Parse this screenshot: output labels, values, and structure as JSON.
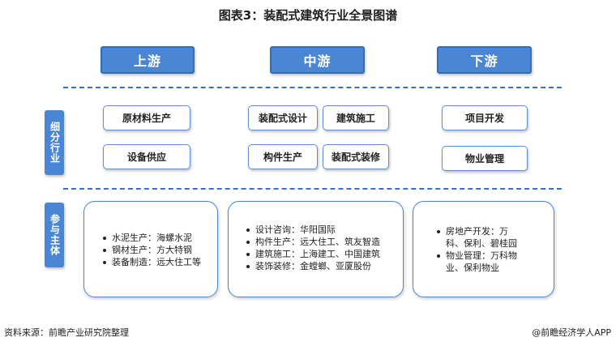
{
  "title": "图表3：装配式建筑行业全景图谱",
  "stages": {
    "upstream": "上游",
    "midstream": "中游",
    "downstream": "下游"
  },
  "side_labels": {
    "segments": "细分行业",
    "participants": "参与主体"
  },
  "segments": {
    "upstream": [
      "原材料生产",
      "设备供应"
    ],
    "midstream": [
      "装配式设计",
      "建筑施工",
      "构件生产",
      "装配式装修"
    ],
    "downstream": [
      "项目开发",
      "物业管理"
    ]
  },
  "participants": {
    "upstream": [
      "水泥生产：海螺水泥",
      "钢材生产：方大特钢",
      "装备制造：远大住工等"
    ],
    "midstream": [
      "设计咨询：华阳国际",
      "构件生产：远大住工、筑友智造",
      "建筑施工：上海建工、中国建筑",
      "装饰装修：金螳螂、亚厦股份"
    ],
    "downstream": [
      "房地产开发：万科、保利、碧桂园",
      "物业管理：万科物业、保利物业"
    ]
  },
  "footer": {
    "source": "资料来源：前瞻产业研究院整理",
    "brand": "@前瞻经济学人APP"
  },
  "colors": {
    "accent": "#4a86d4",
    "divider": "#3a70c0"
  }
}
